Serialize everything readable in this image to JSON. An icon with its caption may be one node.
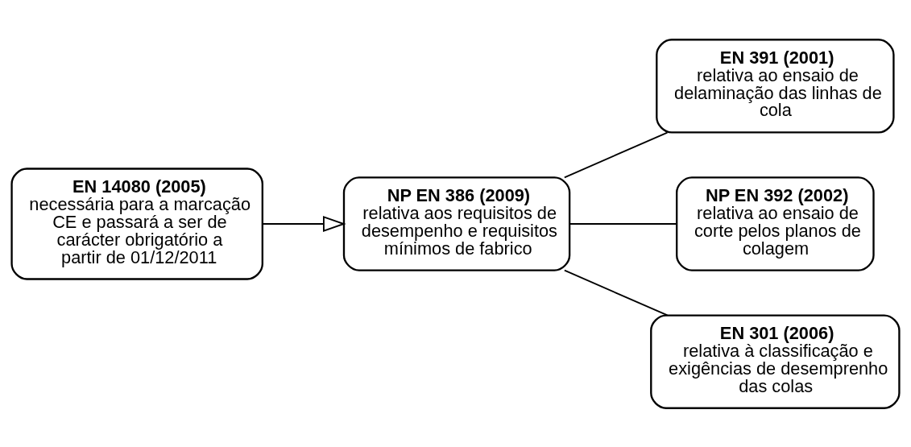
{
  "diagram": {
    "nodes": [
      {
        "text": [
          "EN 14080 (2005)",
          "necessária para a marcação CE e passará a ser de carácter obrigatório a partir de 01/12/2011"
        ]
      },
      {
        "text": [
          "NP EN 386 (2009)",
          "relativa aos requisitos de desempenho e requisitos mínimos de fabrico"
        ]
      },
      {
        "text": [
          "EN 391 (2001)",
          "relativa ao ensaio de delaminação das linhas de cola"
        ]
      },
      {
        "text": [
          "NP EN 392 (2002)",
          "relativa ao ensaio de corte pelos planos de colagem"
        ]
      },
      {
        "text": [
          "EN 301 (2006)",
          "relativa à classificação e exigências de desemprenho das colas"
        ]
      }
    ],
    "edges": [
      {
        "from": 0,
        "to": 1,
        "arrow": "to"
      },
      {
        "from": 1,
        "to": 2,
        "arrow": "none"
      },
      {
        "from": 1,
        "to": 3,
        "arrow": "none"
      },
      {
        "from": 1,
        "to": 4,
        "arrow": "none"
      }
    ]
  }
}
